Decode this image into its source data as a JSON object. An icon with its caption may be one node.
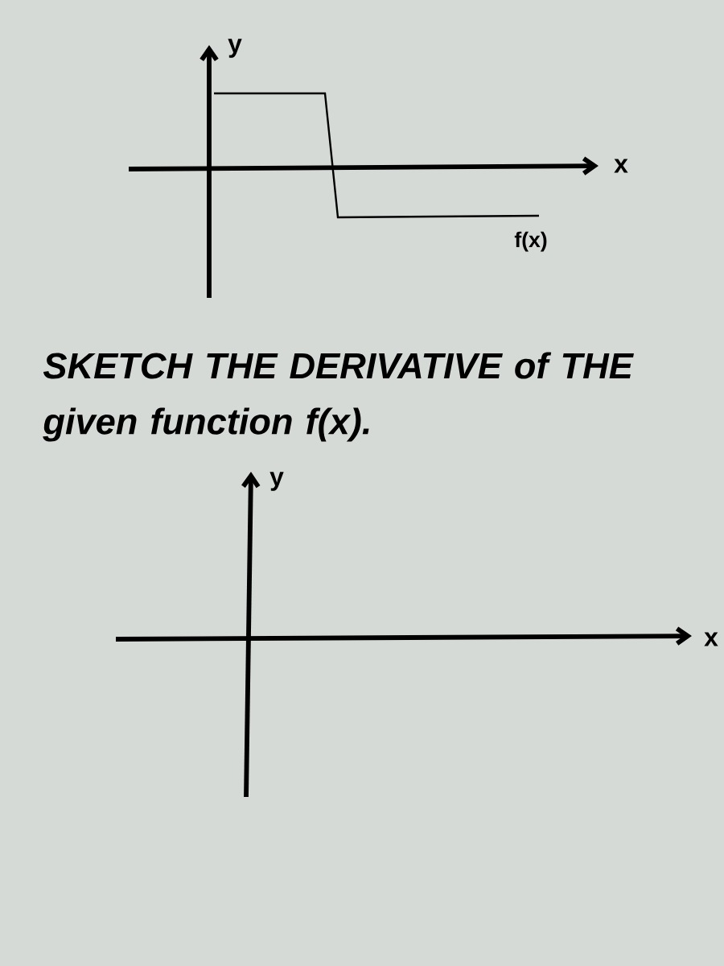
{
  "diagram": {
    "labels": [
      "y",
      "x",
      "f(x)",
      "SKETCH THE DERIVATIVE of THE given function f(x).",
      "y",
      "x"
    ]
  }
}
